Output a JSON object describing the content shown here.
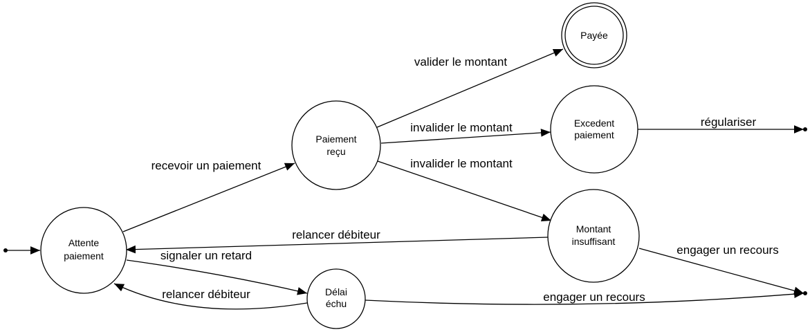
{
  "diagram": {
    "type": "state-machine",
    "states": [
      {
        "id": "attente",
        "lines": [
          "Attente",
          "paiement"
        ],
        "kind": "state"
      },
      {
        "id": "recu",
        "lines": [
          "Paiement",
          "reçu"
        ],
        "kind": "state"
      },
      {
        "id": "payee",
        "lines": [
          "Payée"
        ],
        "kind": "final"
      },
      {
        "id": "excedent",
        "lines": [
          "Excedent",
          "paiement"
        ],
        "kind": "state"
      },
      {
        "id": "insuffisant",
        "lines": [
          "Montant",
          "insuffisant"
        ],
        "kind": "state"
      },
      {
        "id": "delai",
        "lines": [
          "Délai",
          "échu"
        ],
        "kind": "state"
      }
    ],
    "pseudo_states": [
      {
        "id": "start",
        "kind": "initial"
      },
      {
        "id": "end1",
        "kind": "terminal"
      },
      {
        "id": "end2",
        "kind": "terminal"
      }
    ],
    "transitions": [
      {
        "from": "start",
        "to": "attente",
        "label": ""
      },
      {
        "from": "attente",
        "to": "recu",
        "label": "recevoir un paiement"
      },
      {
        "from": "recu",
        "to": "payee",
        "label": "valider le montant"
      },
      {
        "from": "recu",
        "to": "excedent",
        "label": "invalider le montant"
      },
      {
        "from": "recu",
        "to": "insuffisant",
        "label": "invalider le montant"
      },
      {
        "from": "excedent",
        "to": "end1",
        "label": "régulariser"
      },
      {
        "from": "insuffisant",
        "to": "attente",
        "label": "relancer débiteur"
      },
      {
        "from": "attente",
        "to": "delai",
        "label": "signaler un retard"
      },
      {
        "from": "delai",
        "to": "attente",
        "label": "relancer débiteur"
      },
      {
        "from": "insuffisant",
        "to": "end2",
        "label": "engager un recours"
      },
      {
        "from": "delai",
        "to": "end2",
        "label": "engager un recours"
      }
    ]
  }
}
